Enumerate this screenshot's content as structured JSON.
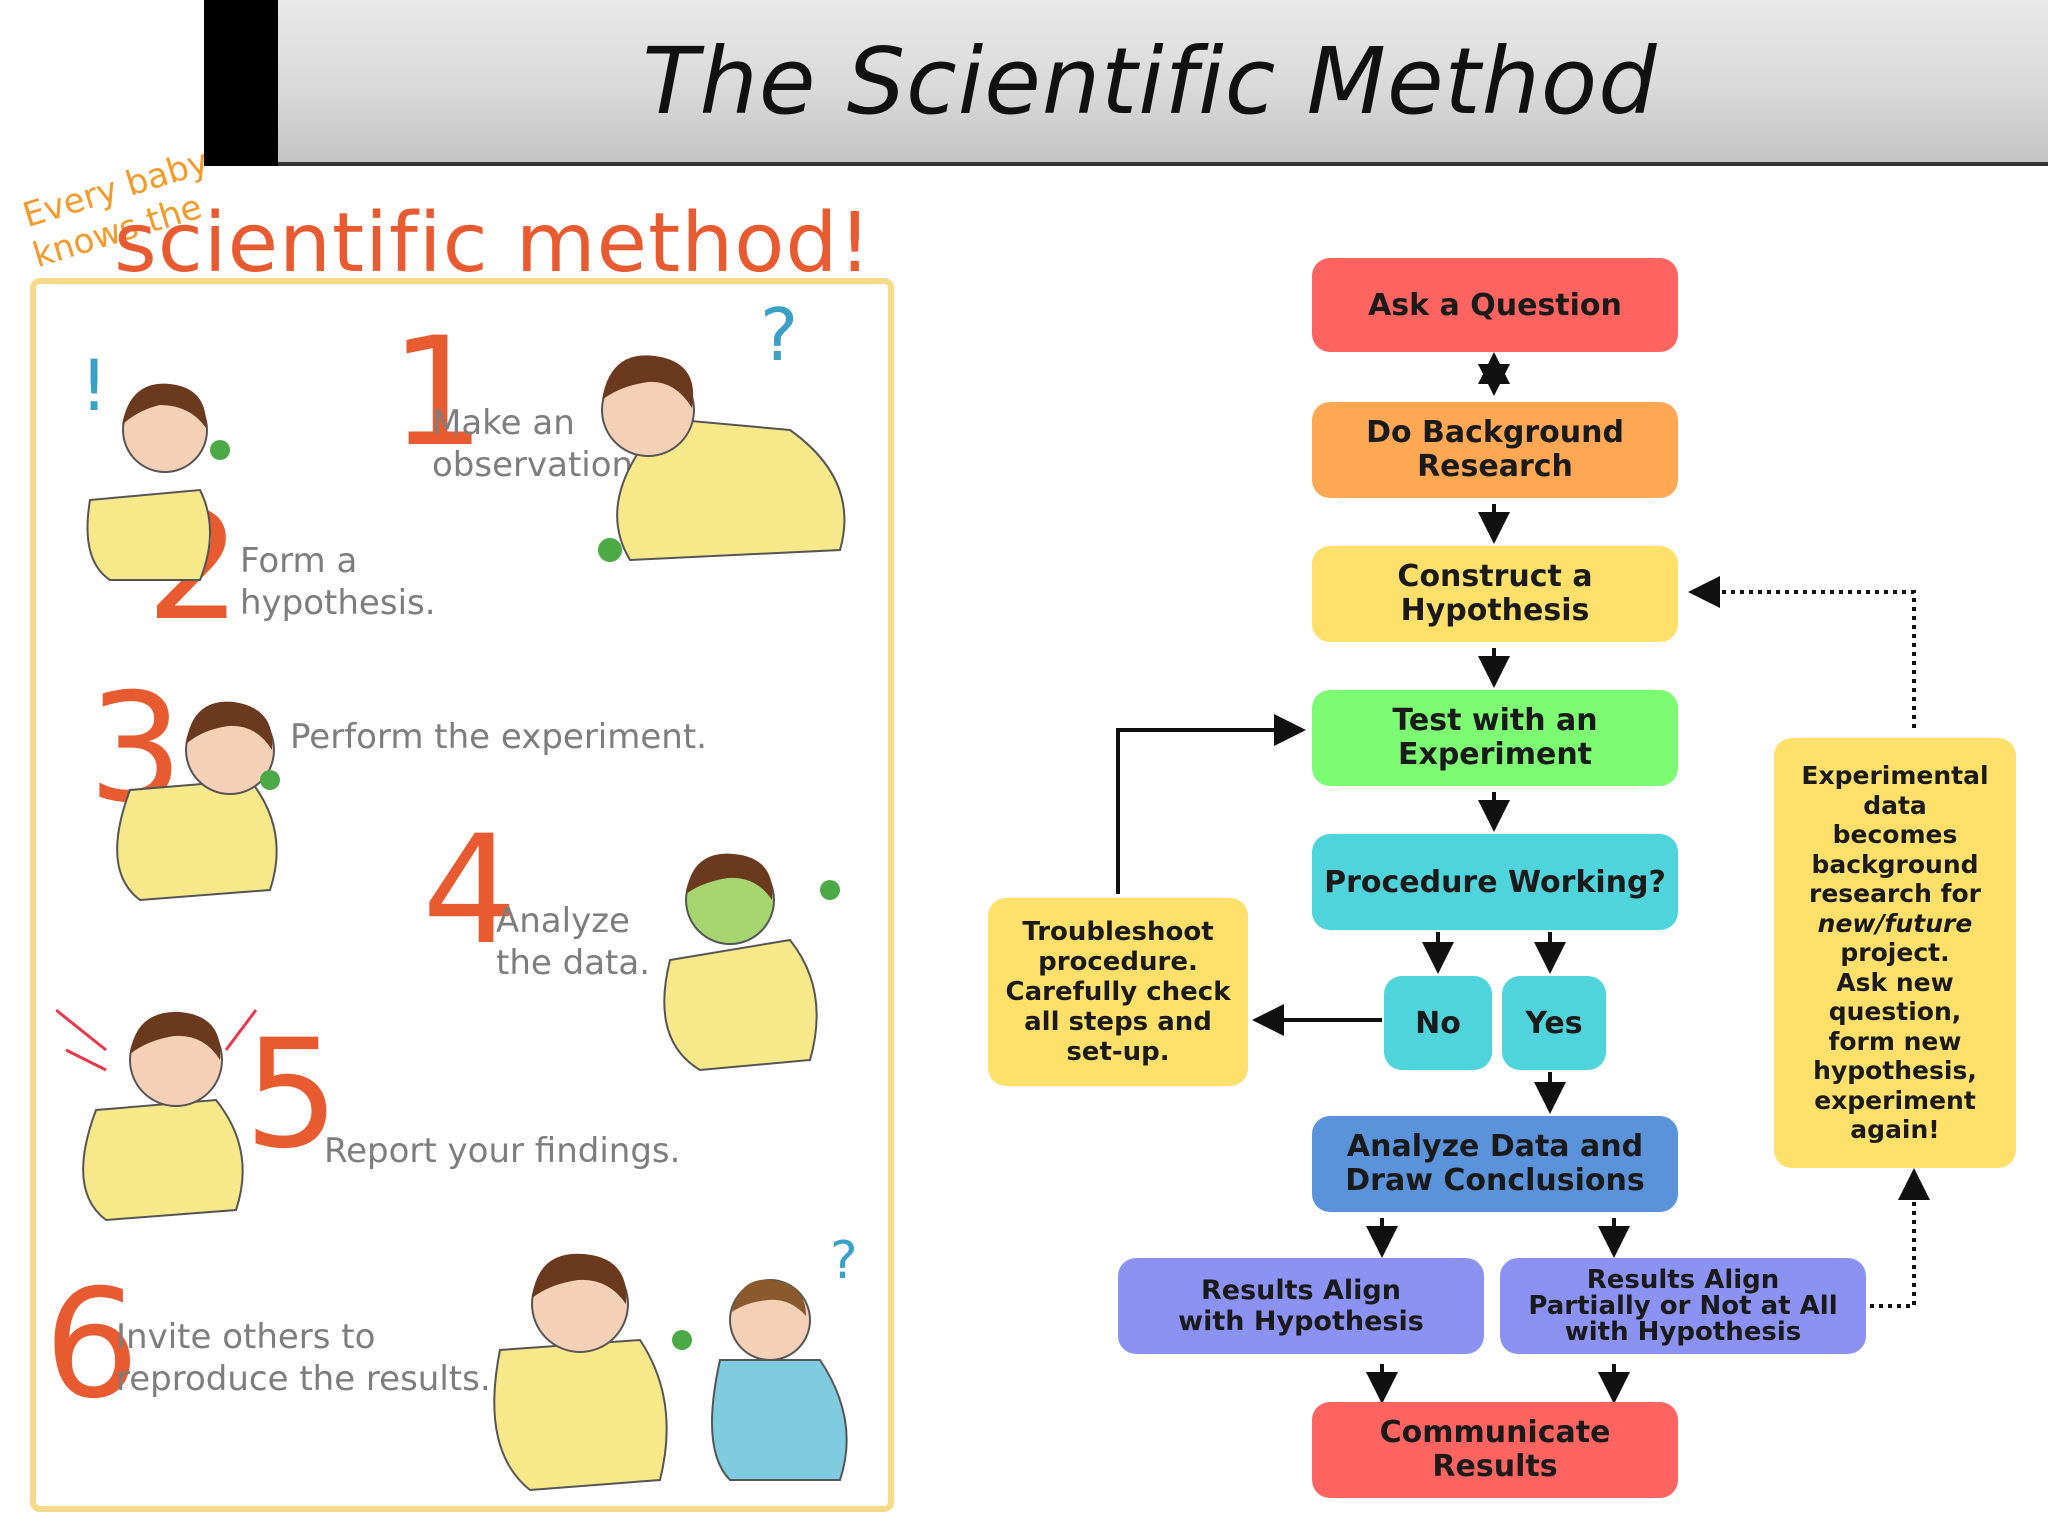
{
  "slide": {
    "title": "The Scientific Method"
  },
  "poster": {
    "tagline_line1": "Every baby",
    "tagline_line2": "knows the",
    "headline": "scientific method!",
    "steps": [
      {
        "number": "1",
        "text": "Make an\nobservation."
      },
      {
        "number": "2",
        "text": "Form a\nhypothesis."
      },
      {
        "number": "3",
        "text": "Perform the experiment."
      },
      {
        "number": "4",
        "text": "Analyze\nthe data."
      },
      {
        "number": "5",
        "text": "Report your findings."
      },
      {
        "number": "6",
        "text": "Invite others to\nreproduce the results."
      }
    ],
    "marks": {
      "question": "?",
      "exclaim": "!"
    }
  },
  "flowchart": {
    "ask": "Ask a Question",
    "research": "Do Background\nResearch",
    "hypothesis": "Construct a\nHypothesis",
    "test": "Test with an\nExperiment",
    "procedure": "Procedure Working?",
    "no": "No",
    "yes": "Yes",
    "troubleshoot": "Troubleshoot\nprocedure.\nCarefully check\nall steps and\nset-up.",
    "analyze": "Analyze Data and\nDraw Conclusions",
    "align": "Results Align\nwith Hypothesis",
    "partial": "Results Align\nPartially or Not at All\nwith Hypothesis",
    "communicate": "Communicate\nResults",
    "feedback_lines": [
      "Experimental",
      "data",
      "becomes",
      "background",
      "research for",
      "new/future",
      "project.",
      "Ask new",
      "question,",
      "form new",
      "hypothesis,",
      "experiment",
      "again!"
    ],
    "colors": {
      "red": "#ff6461",
      "orange": "#ffa854",
      "yellow": "#ffe06a",
      "green": "#7dfb72",
      "cyan": "#4fd4dc",
      "blue": "#5b93db",
      "violet": "#8c92f2"
    }
  },
  "icons": [
    "question-mark-icon",
    "exclamation-mark-icon",
    "baby-illustration"
  ]
}
